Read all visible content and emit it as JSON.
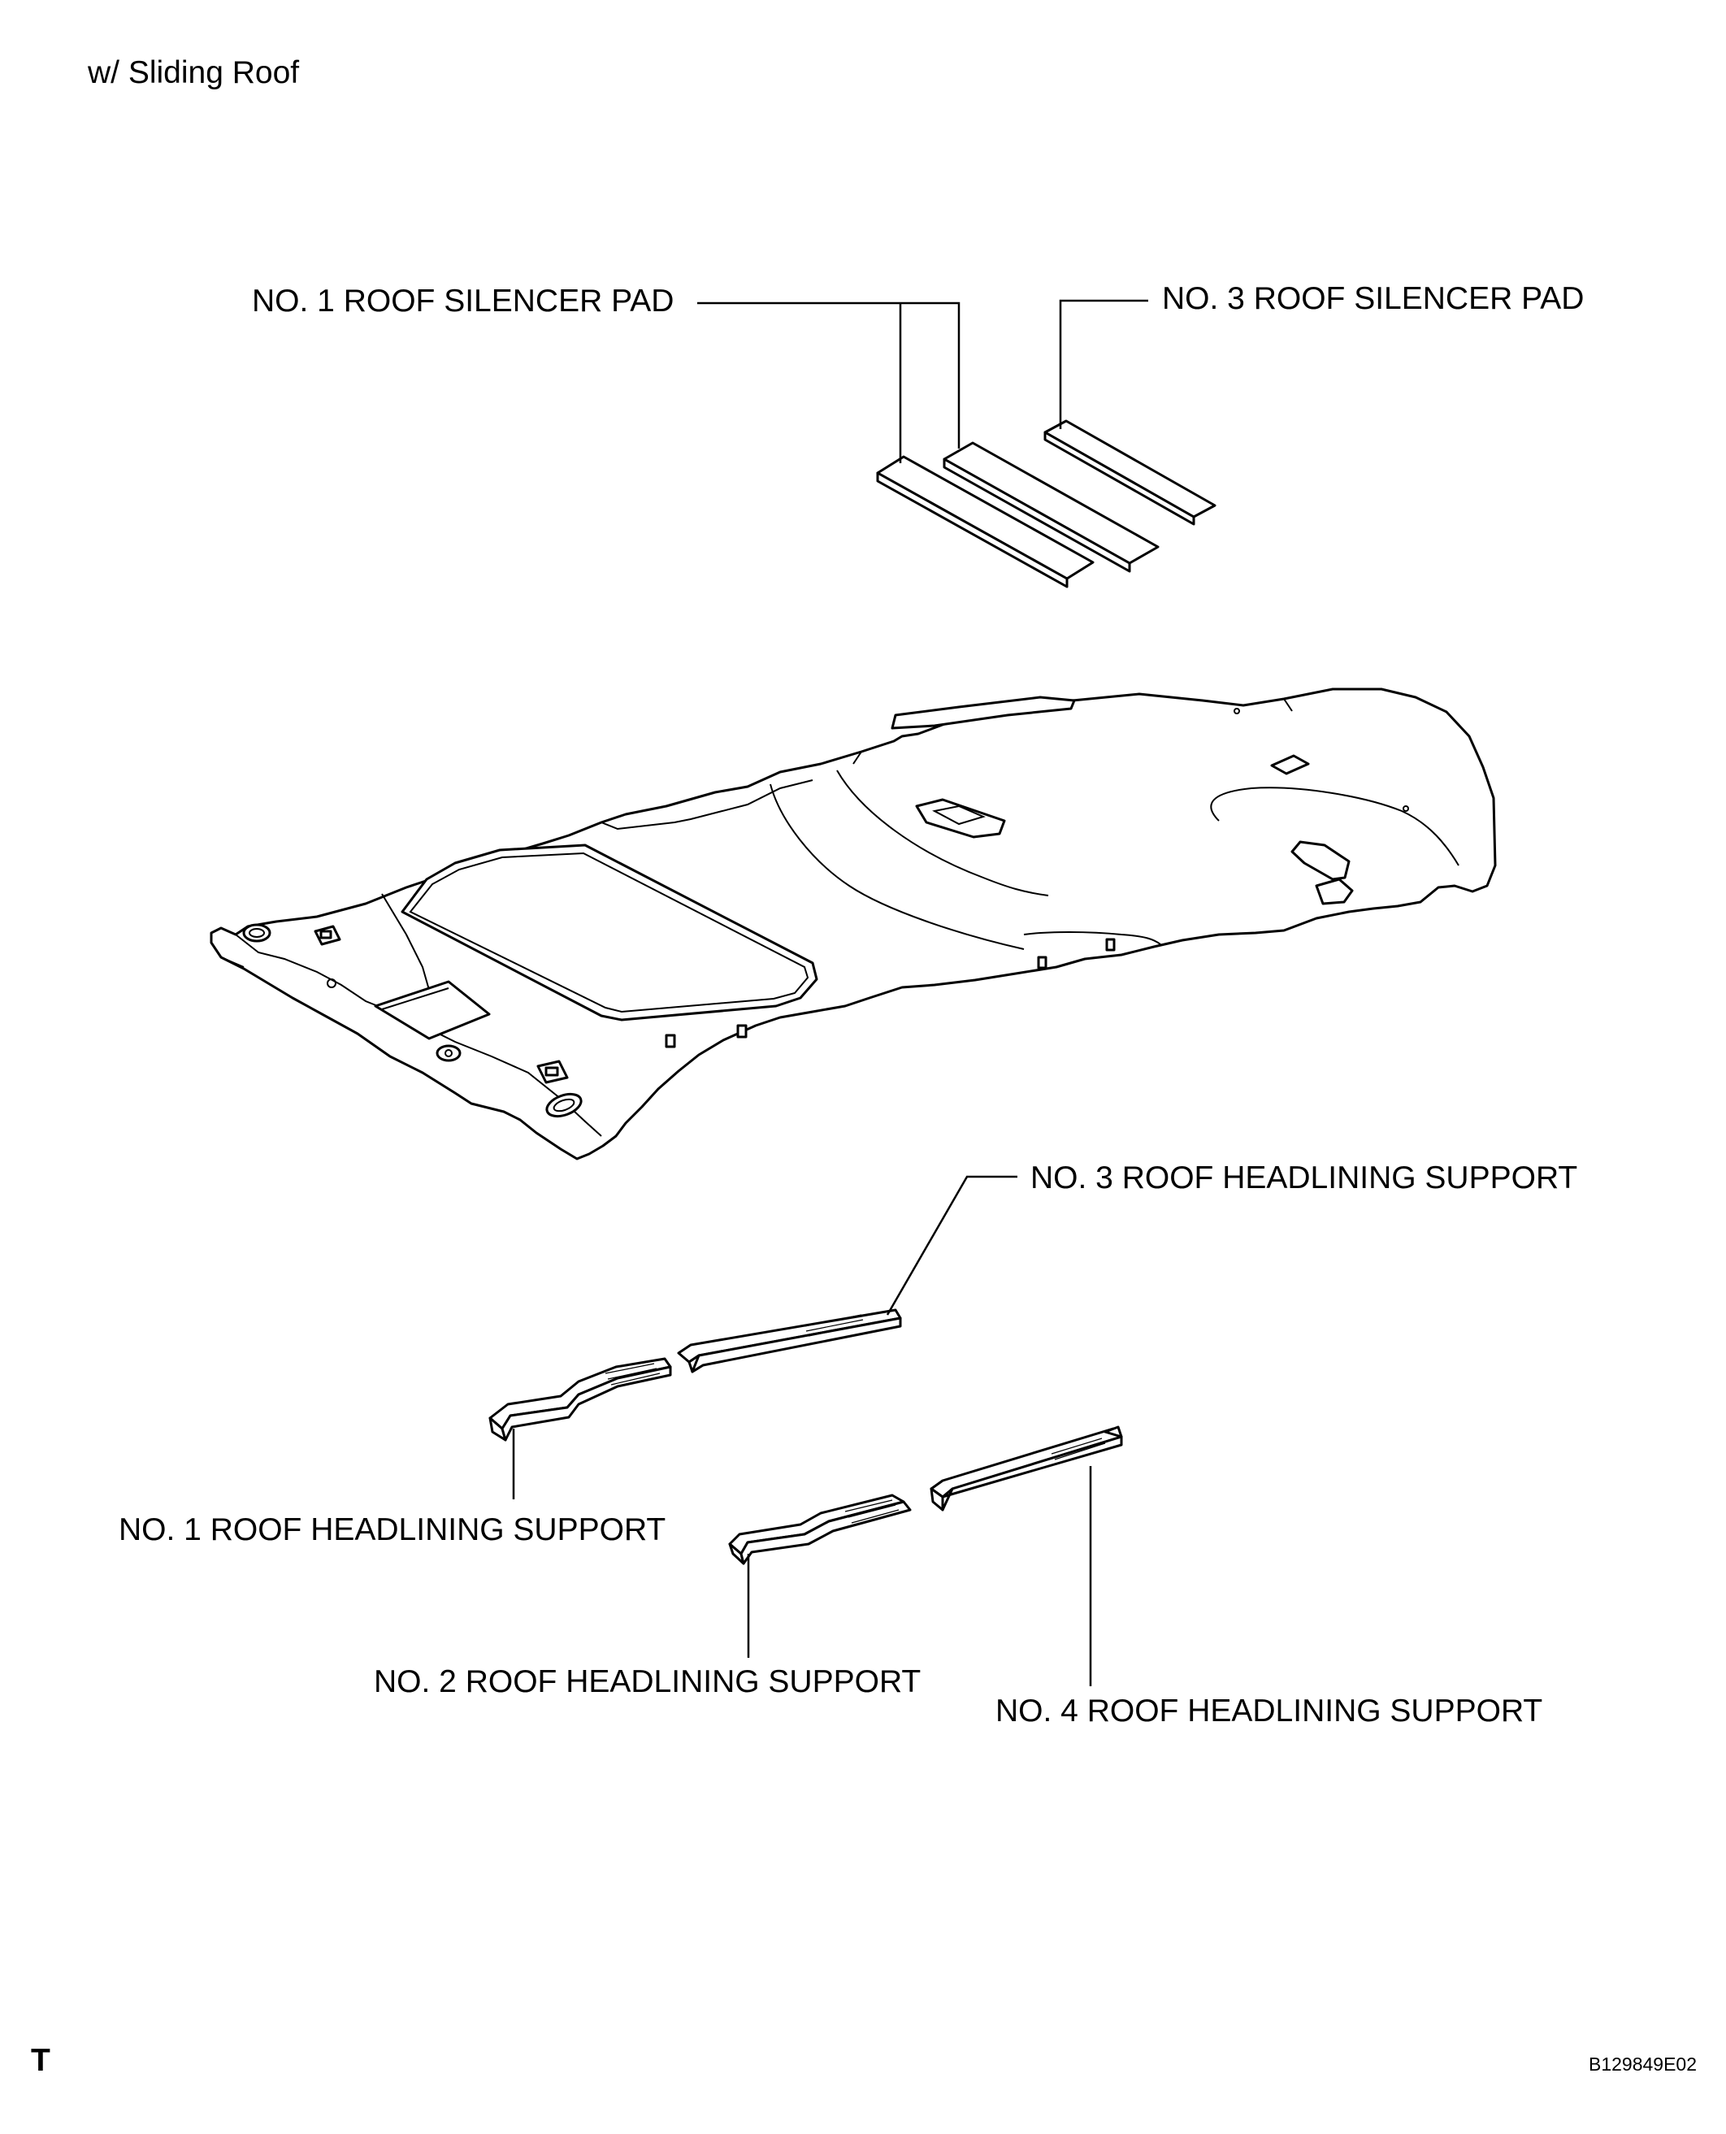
{
  "header": {
    "variant": "w/ Sliding Roof"
  },
  "labels": {
    "silencer_pad_1": "NO. 1 ROOF SILENCER PAD",
    "silencer_pad_3": "NO. 3 ROOF SILENCER PAD",
    "support_1": "NO. 1 ROOF HEADLINING SUPPORT",
    "support_2": "NO. 2 ROOF HEADLINING SUPPORT",
    "support_3": "NO. 3 ROOF HEADLINING SUPPORT",
    "support_4": "NO. 4 ROOF HEADLINING SUPPORT"
  },
  "footer": {
    "corner_mark": "T",
    "figure_code": "B129849E02"
  }
}
